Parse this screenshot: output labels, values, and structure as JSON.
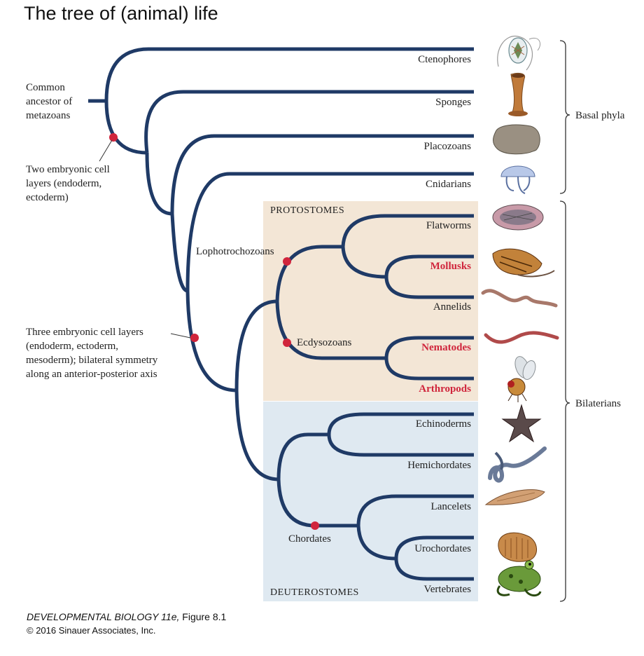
{
  "title": "The tree of (animal) life",
  "footer": {
    "book": "DEVELOPMENTAL BIOLOGY 11e,",
    "figure": "Figure 8.1",
    "copyright": "© 2016 Sinauer Associates, Inc."
  },
  "annotations": {
    "common_ancestor": [
      "Common",
      "ancestor of",
      "metazoans"
    ],
    "two_layers": [
      "Two embryonic cell",
      "layers (endoderm,",
      "ectoderm)"
    ],
    "three_layers": [
      "Three embryonic cell layers",
      "(endoderm, ectoderm,",
      "mesoderm); bilateral symmetry",
      "along an anterior-posterior axis"
    ]
  },
  "clades": {
    "protostomes": "PROTOSTOMES",
    "deuterostomes": "DEUTEROSTOMES",
    "lophotrochozoans": "Lophotrochozoans",
    "ecdysozoans": "Ecdysozoans",
    "chordates": "Chordates"
  },
  "groups": {
    "basal": "Basal phyla",
    "bilaterians": "Bilaterians"
  },
  "taxa": [
    {
      "name": "Ctenophores",
      "highlight": false,
      "icon": "ctenophore-icon"
    },
    {
      "name": "Sponges",
      "highlight": false,
      "icon": "sponge-icon"
    },
    {
      "name": "Placozoans",
      "highlight": false,
      "icon": "placozoan-icon"
    },
    {
      "name": "Cnidarians",
      "highlight": false,
      "icon": "jellyfish-icon"
    },
    {
      "name": "Flatworms",
      "highlight": false,
      "icon": "flatworm-icon"
    },
    {
      "name": "Mollusks",
      "highlight": true,
      "icon": "snail-icon"
    },
    {
      "name": "Annelids",
      "highlight": false,
      "icon": "earthworm-icon"
    },
    {
      "name": "Nematodes",
      "highlight": true,
      "icon": "nematode-icon"
    },
    {
      "name": "Arthropods",
      "highlight": true,
      "icon": "fly-icon"
    },
    {
      "name": "Echinoderms",
      "highlight": false,
      "icon": "starfish-icon"
    },
    {
      "name": "Hemichordates",
      "highlight": false,
      "icon": "acorn-worm-icon"
    },
    {
      "name": "Lancelets",
      "highlight": false,
      "icon": "lancelet-icon"
    },
    {
      "name": "Urochordates",
      "highlight": false,
      "icon": "tunicate-icon"
    },
    {
      "name": "Vertebrates",
      "highlight": false,
      "icon": "frog-icon"
    }
  ],
  "colors": {
    "branch": "#1f3a66",
    "node": "#d0253c",
    "highlight_text": "#d0253c",
    "protostome_bg": "#f3e6d6",
    "deuterostome_bg": "#dfe9f1"
  }
}
